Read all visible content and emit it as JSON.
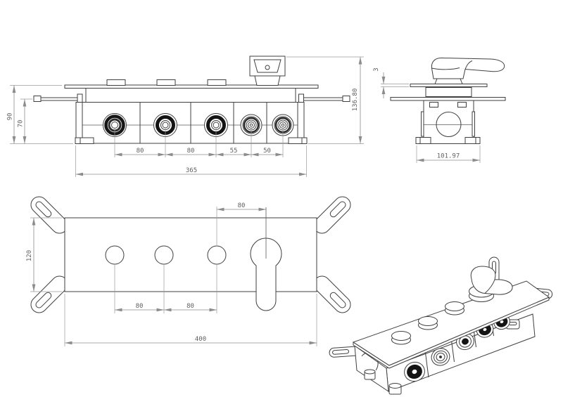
{
  "drawing": {
    "type": "technical-drawing",
    "subject": "concealed-thermostatic-shower-mixer-valve",
    "background": "#ffffff",
    "line_color": "#3f3f3f",
    "dim_line_color": "#8c8c8c",
    "dim_text_color": "#5f5f5f",
    "dark_port_color": "#141414",
    "front_view": {
      "height_overall": "90",
      "height_body": "70",
      "port_spacings": [
        "80",
        "80",
        "55",
        "50"
      ],
      "width_overall": "365",
      "height_total": "136.80"
    },
    "side_view": {
      "plate_gap": "3",
      "body_width": "101.97"
    },
    "faceplate_view": {
      "plate_height": "120",
      "handle_offset": "80",
      "hole_spacings": [
        "80",
        "80"
      ],
      "plate_width": "400"
    }
  }
}
